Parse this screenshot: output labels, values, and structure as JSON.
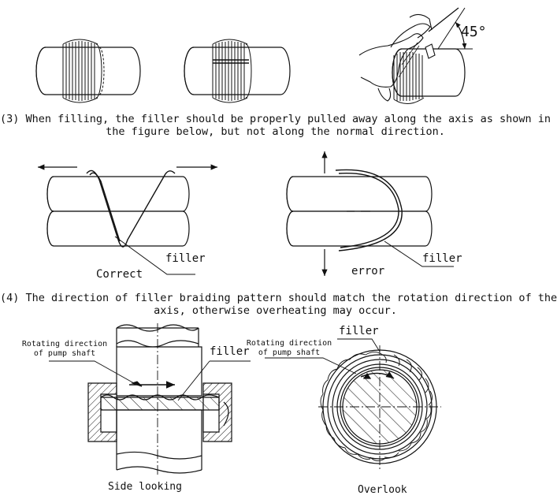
{
  "step3": {
    "line1": "(3) When filling, the filler should be properly pulled away along the axis as shown in",
    "line2": "the figure below, but not along the normal direction."
  },
  "angle_label": "45°",
  "middle": {
    "correct_label": "Correct",
    "error_label": "error",
    "filler_label_left": "filler",
    "filler_label_right": "filler"
  },
  "step4": {
    "line1": "(4) The direction of filler braiding pattern should match the rotation direction of the",
    "line2": "axis, otherwise overheating may occur."
  },
  "bottom": {
    "rot_label_left_1": "Rotating direction",
    "rot_label_left_2": "of pump shaft",
    "rot_label_right_1": "Rotating direction",
    "rot_label_right_2": "of pump shaft",
    "filler_left": "filler",
    "filler_right": "filler",
    "side_caption": "Side looking",
    "over_caption": "Overlook"
  }
}
